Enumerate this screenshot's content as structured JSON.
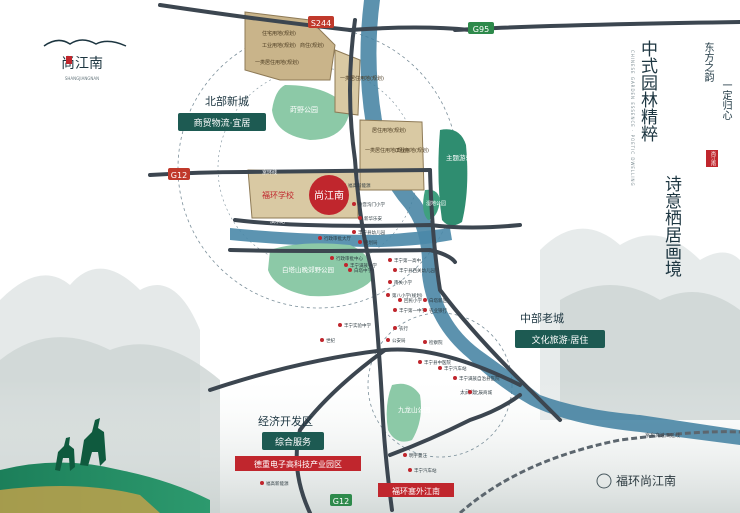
{
  "brand": {
    "name": "尚江南",
    "sub": "SHANGJIANGNAN"
  },
  "slogan": {
    "main": "中式园林精粹",
    "sub": "诗意栖居画境",
    "calligraphy_right": "东方之韵",
    "calligraphy_left": "一定归心",
    "seal": "尚江南",
    "seal_small": "SHANGJIANGNAN",
    "english": "CHINESE GARDEN ESSENCE · POETIC DWELLING"
  },
  "highways": {
    "s244": "S244",
    "g95": "G95",
    "g12_left": "G12",
    "g12_bottom": "G12"
  },
  "districts": {
    "north": {
      "name": "北部新城",
      "tag": "商贸物流·宜居"
    },
    "middle": {
      "name": "中部老城",
      "tag": "文化旅游·居住"
    },
    "econ": {
      "name": "经济开发区",
      "tag": "综合服务"
    }
  },
  "parks": {
    "shiye": "莳野公园",
    "baita": "白塔山晚郊野公园",
    "jiulong": "九龙山公园",
    "theme": "主题游乐园",
    "wetland": "湿地公园"
  },
  "roads": {
    "jinghuan": "京环线",
    "bingshui": "滨水路",
    "jinghuan2": "京环线",
    "shengnan": "生南路",
    "xianghuan": "乡环线",
    "jingdong": "京东高速西延线",
    "taiwu": "太武线"
  },
  "plots": {
    "p1": "住宅用地(规划)",
    "p2": "工业用地(规划)",
    "p3": "商住(规划)",
    "p4": "一类居住用地(规划)",
    "p5": "一类居住用地(规划)",
    "p6": "居住用地(规划)",
    "p7": "一类居住用地(规划)",
    "p8": "工业用地(规划)"
  },
  "project": {
    "name": "尚江南",
    "school": "福环学校"
  },
  "pois": [
    "福高新能源",
    "德音沟门小学",
    "新华乐安",
    "丰宁县幼儿园",
    "行政审批大厅",
    "规划局",
    "行政审批中心",
    "丰宁满族中学",
    "丰宁第一高中",
    "白塔中学",
    "丰宁县西关幼儿园",
    "南关小学",
    "第八小学(规划)",
    "回民小学",
    "白塔新区",
    "丰宁第一中学",
    "农业银行",
    "丰宁实验中学",
    "农行",
    "公安局",
    "世纪",
    "检察院",
    "丰宁县中医院",
    "丰宁汽车站",
    "丰宁满族自治县医院",
    "北辰商城",
    "明宇曼江",
    "丰宁汽车站",
    "福高新能源"
  ],
  "labels": {
    "tech_park": "德重电子高科技产业园区",
    "saiwai": "福环塞外江南",
    "watermark": "福环尚江南"
  }
}
